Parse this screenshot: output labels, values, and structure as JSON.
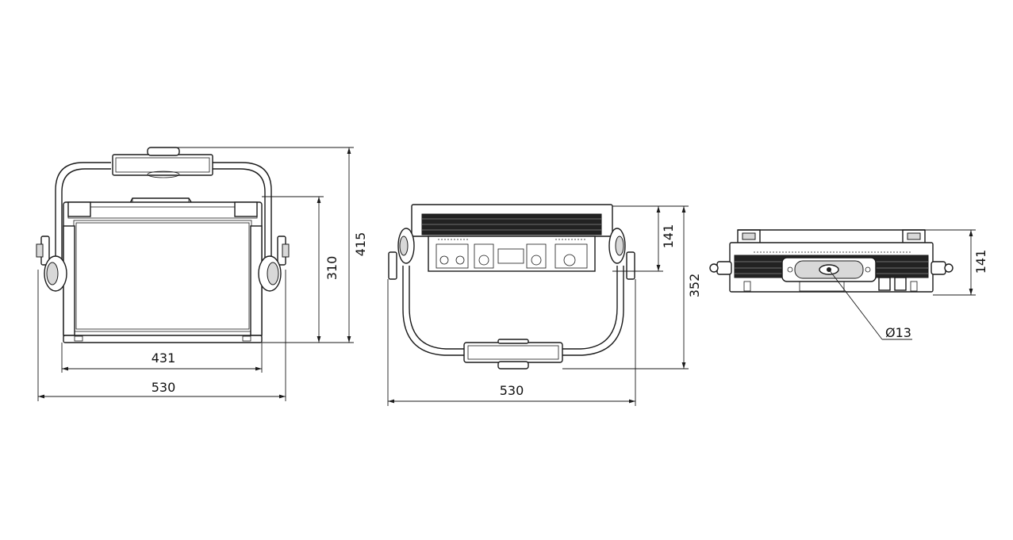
{
  "front_view": {
    "dim_width_inner": "431",
    "dim_width_outer": "530",
    "dim_height_body": "310",
    "dim_height_total": "415"
  },
  "side_view": {
    "dim_depth_body": "141",
    "dim_height_total": "352",
    "dim_width": "530"
  },
  "top_view": {
    "dim_depth": "141",
    "hole_diameter": "Ø13"
  }
}
